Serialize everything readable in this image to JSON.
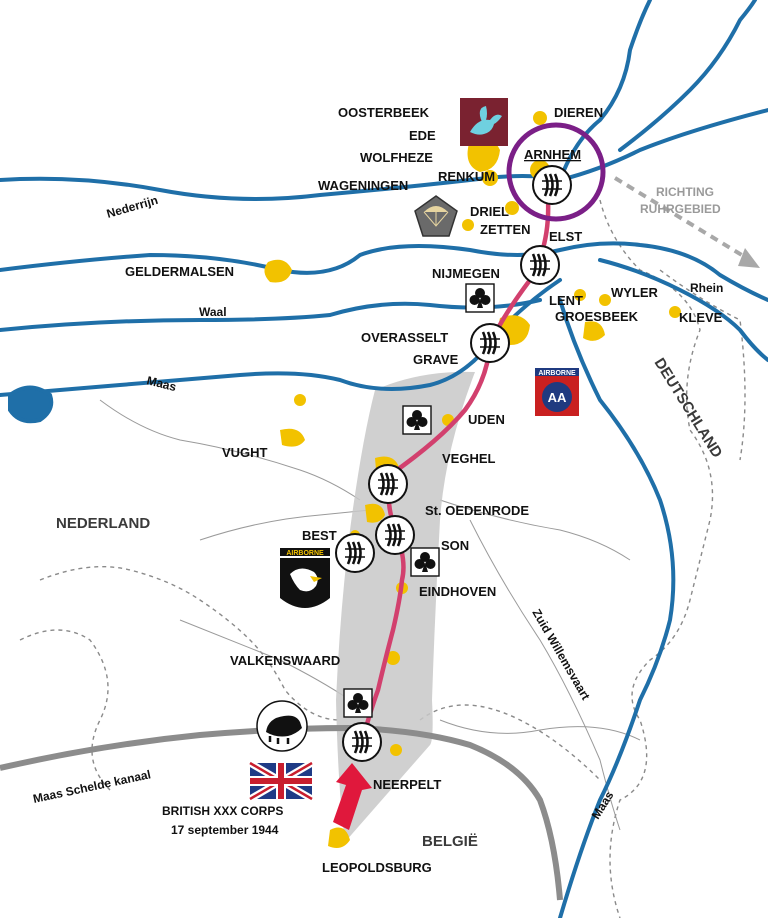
{
  "colors": {
    "river": "#1f6fa8",
    "route": "#d2406e",
    "city": "#f2c200",
    "corridor": "#c8c8c8",
    "arnhem_circle": "#7b1f87",
    "arrow": "#e0183c"
  },
  "places": {
    "oosterbeek": "OOSTERBEEK",
    "ede": "EDE",
    "wolfheze": "WOLFHEZE",
    "renkum": "RENKUM",
    "wageningen": "WAGENINGEN",
    "dieren": "DIEREN",
    "arnhem": "ARNHEM",
    "driel": "DRIEL",
    "zetten": "ZETTEN",
    "elst": "ELST",
    "geldermalsen": "GELDERMALSEN",
    "nijmegen": "NIJMEGEN",
    "lent": "LENT",
    "wyler": "WYLER",
    "groesbeek": "GROESBEEK",
    "kleve": "KLEVE",
    "overasselt": "OVERASSELT",
    "grave": "GRAVE",
    "uden": "UDEN",
    "vught": "VUGHT",
    "veghel": "VEGHEL",
    "st_oedenrode": "St. OEDENRODE",
    "best": "BEST",
    "son": "SON",
    "eindhoven": "EINDHOVEN",
    "valkenswaard": "VALKENSWAARD",
    "neerpelt": "NEERPELT",
    "leopoldsburg": "LEOPOLDSBURG"
  },
  "countries": {
    "nederland": "NEDERLAND",
    "deutschland": "DEUTSCHLAND",
    "belgie": "BELGIË"
  },
  "waters": {
    "nederrijn": "Nederrijn",
    "waal": "Waal",
    "maas_west": "Maas",
    "maas_east": "Maas",
    "rhein": "Rhein",
    "maas_schelde": "Maas Schelde kanaal",
    "zuid_willemsvaart": "Zuid Willemsvaart"
  },
  "direction_note": {
    "line1": "RICHTING",
    "line2": "RUHRGEBIED"
  },
  "corps": {
    "line1": "BRITISH XXX CORPS",
    "line2": "17 september 1944"
  },
  "insignia": {
    "airborne_82": "AIRBORNE",
    "airborne_101": "AIRBORNE",
    "airborne_82_number": "AA"
  },
  "icons": {
    "bridge": "bridge-icon",
    "club": "club-icon",
    "flag": "union-jack-flag-icon",
    "pegasus": "pegasus-insignia-icon",
    "polish_para": "polish-parachute-insignia-icon",
    "eagle": "screaming-eagle-insignia-icon",
    "boar": "charging-boar-insignia-icon"
  }
}
